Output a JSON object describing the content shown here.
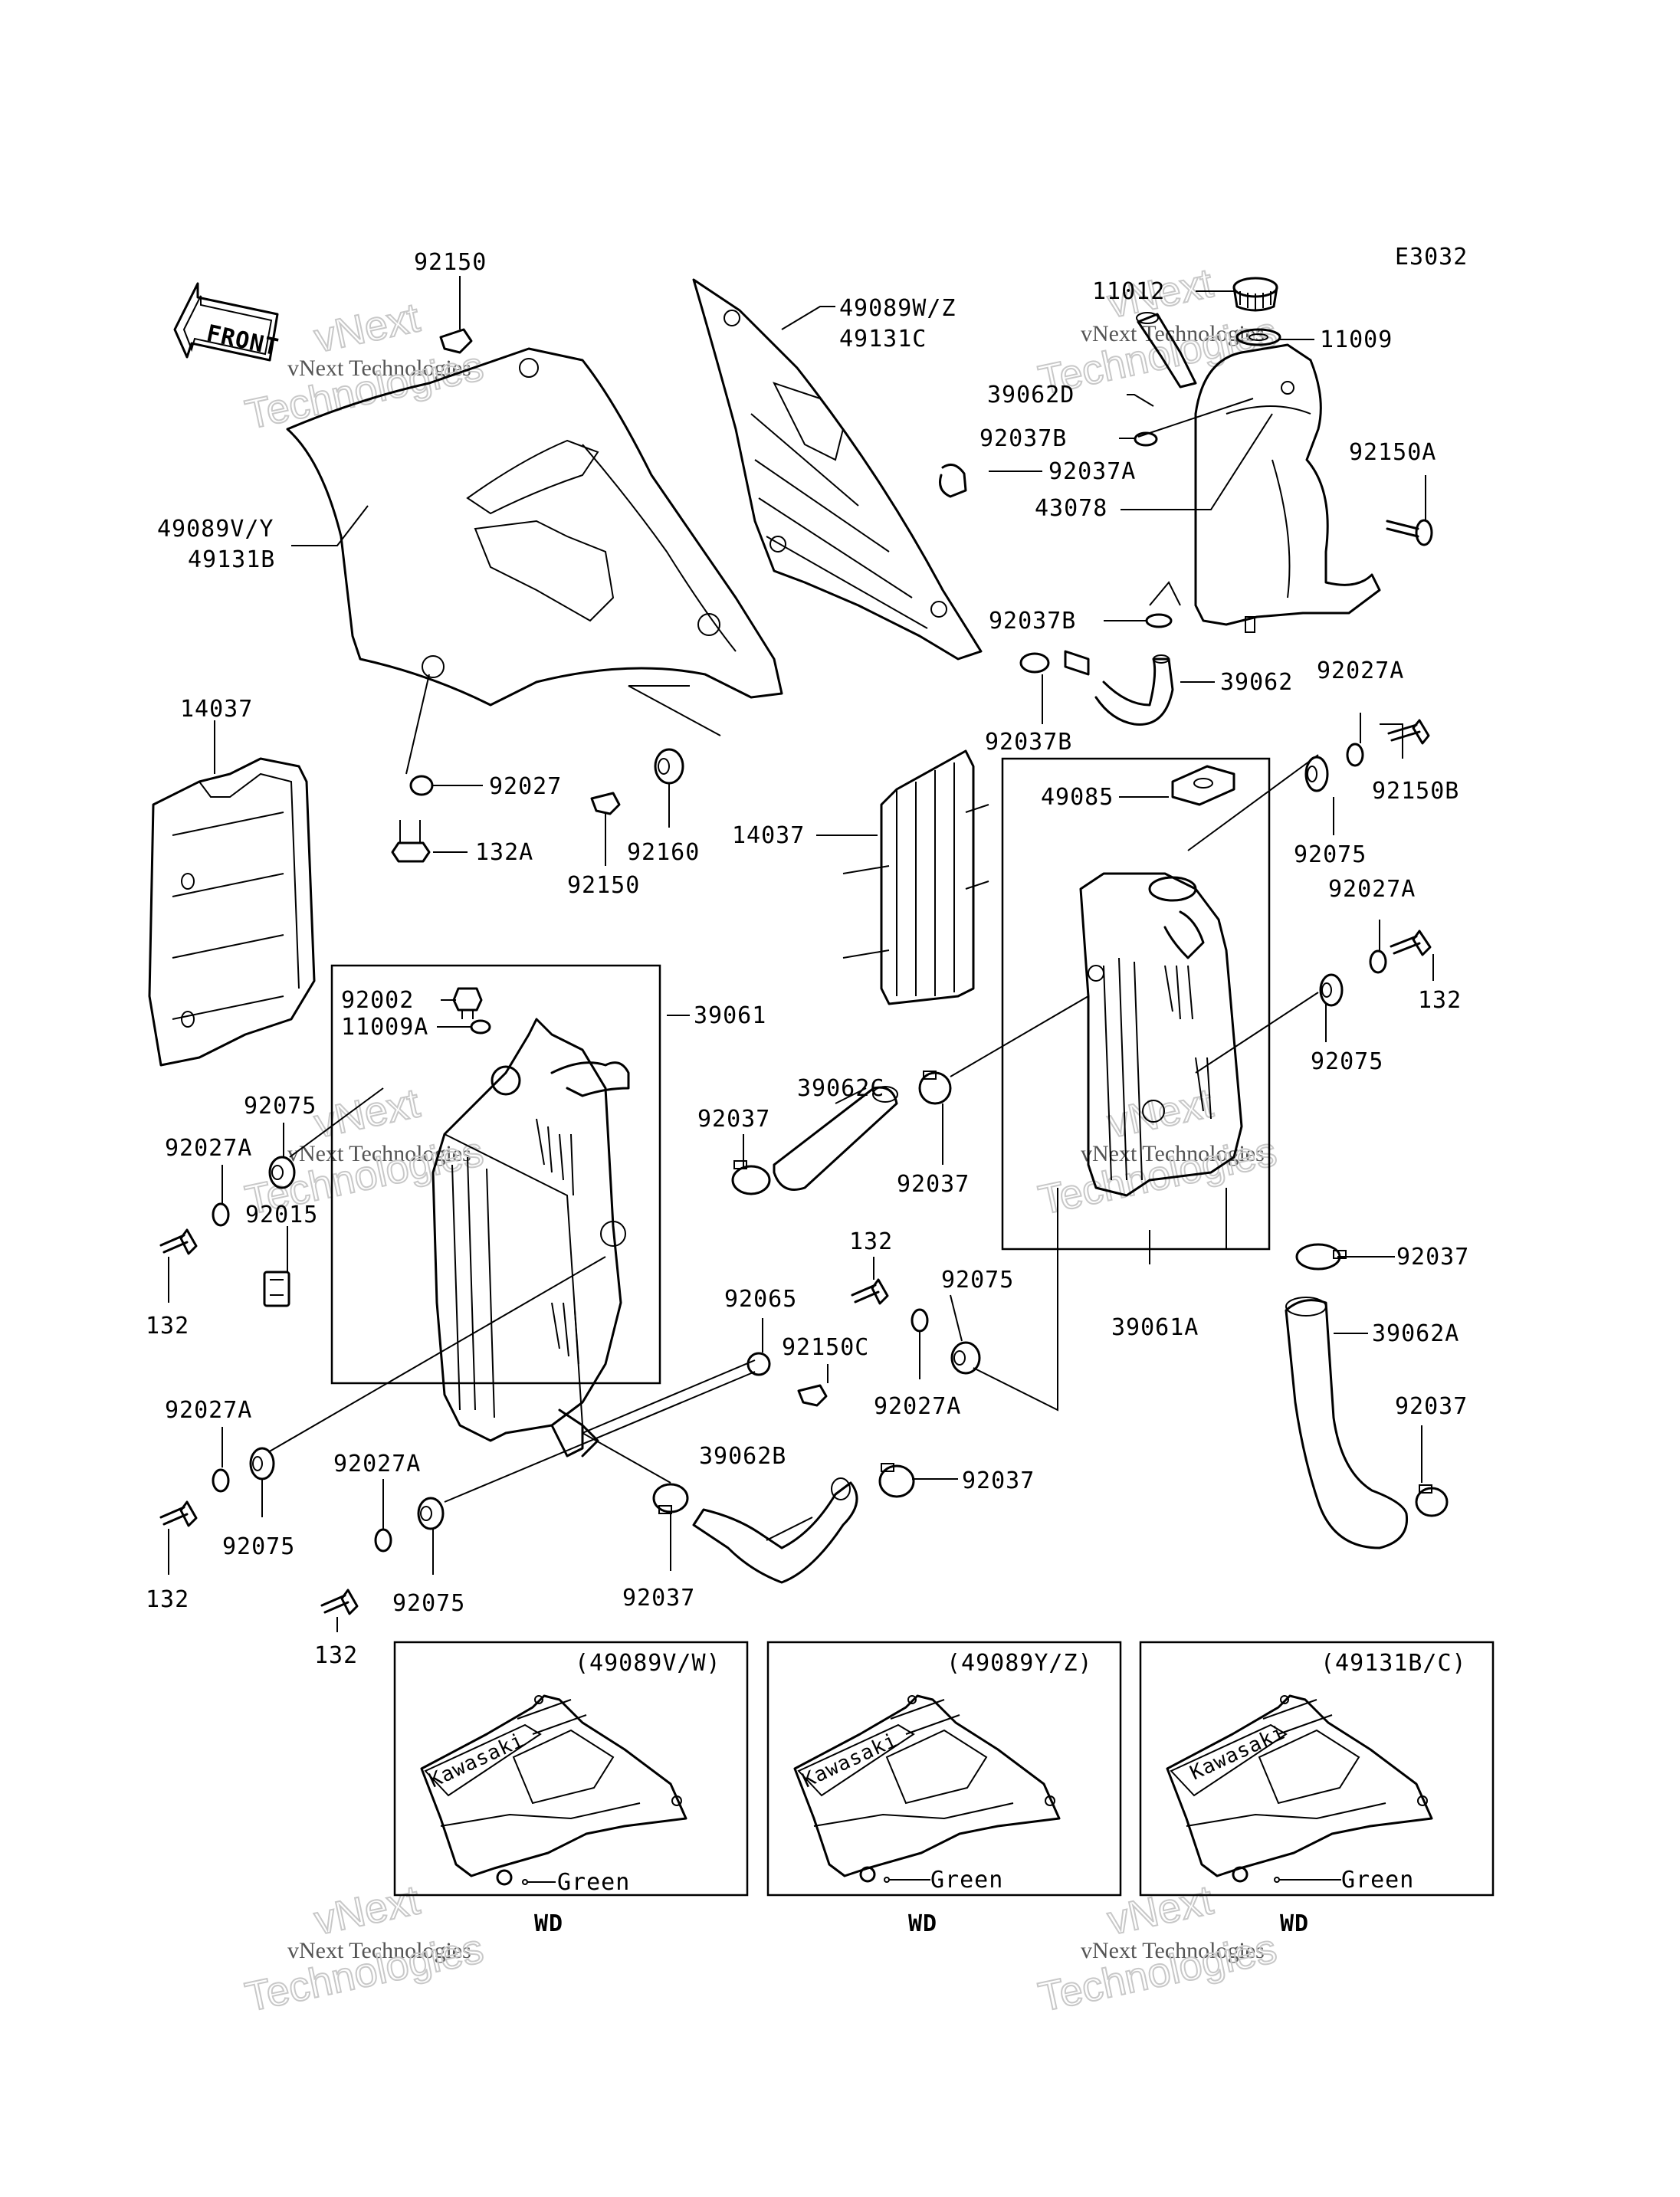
{
  "diagram": {
    "code": "E3032",
    "front_arrow_label": "FRONT",
    "watermark": {
      "line1": "vNext Technologies",
      "line2": "vNext",
      "line3": "Technologies"
    },
    "part_labels": {
      "p92150_top": "92150",
      "p49089WZ": "49089W/Z",
      "p49131C": "49131C",
      "p11012": "11012",
      "p11009": "11009",
      "p39062D": "39062D",
      "p92037B_a": "92037B",
      "p92037A": "92037A",
      "p43078": "43078",
      "p92150A": "92150A",
      "p49089VY": "49089V/Y",
      "p49131B": "49131B",
      "p92037B_b": "92037B",
      "p39062": "39062",
      "p92037B_c": "92037B",
      "p92027A_r": "92027A",
      "p92150B": "92150B",
      "p14037_l": "14037",
      "p92027": "92027",
      "p132A": "132A",
      "p92150_mid": "92150",
      "p92160": "92160",
      "p14037_c": "14037",
      "p49085": "49085",
      "p92075_r1": "92075",
      "p92027A_r2": "92027A",
      "p132_r": "132",
      "p92075_r2": "92075",
      "p92002": "92002",
      "p11009A": "11009A",
      "p39061": "39061",
      "p39062C": "39062C",
      "p92037_c1": "92037",
      "p92037_c2": "92037",
      "p92075_l1": "92075",
      "p92027A_l1": "92027A",
      "p92015": "92015",
      "p132_l1": "132",
      "p132_c": "132",
      "p92075_c": "92075",
      "p39061A": "39061A",
      "p92037_r": "92037",
      "p39062A": "39062A",
      "p92065": "92065",
      "p92150C": "92150C",
      "p92027A_c": "92027A",
      "p92037_r2": "92037",
      "p92027A_l2": "92027A",
      "p92075_l2": "92075",
      "p92027A_l3": "92027A",
      "p39062B": "39062B",
      "p92037_c3": "92037",
      "p132_l2": "132",
      "p92075_l3": "92075",
      "p92037_c4": "92037",
      "p132_l3": "132"
    },
    "insets": [
      {
        "title": "(49089V/W)",
        "note": "Green",
        "caption": "WD",
        "brand": "Kawasaki"
      },
      {
        "title": "(49089Y/Z)",
        "note": "Green",
        "caption": "WD",
        "brand": "Kawasaki"
      },
      {
        "title": "(49131B/C)",
        "note": "Green",
        "caption": "WD",
        "brand": "Kawasaki"
      }
    ]
  }
}
